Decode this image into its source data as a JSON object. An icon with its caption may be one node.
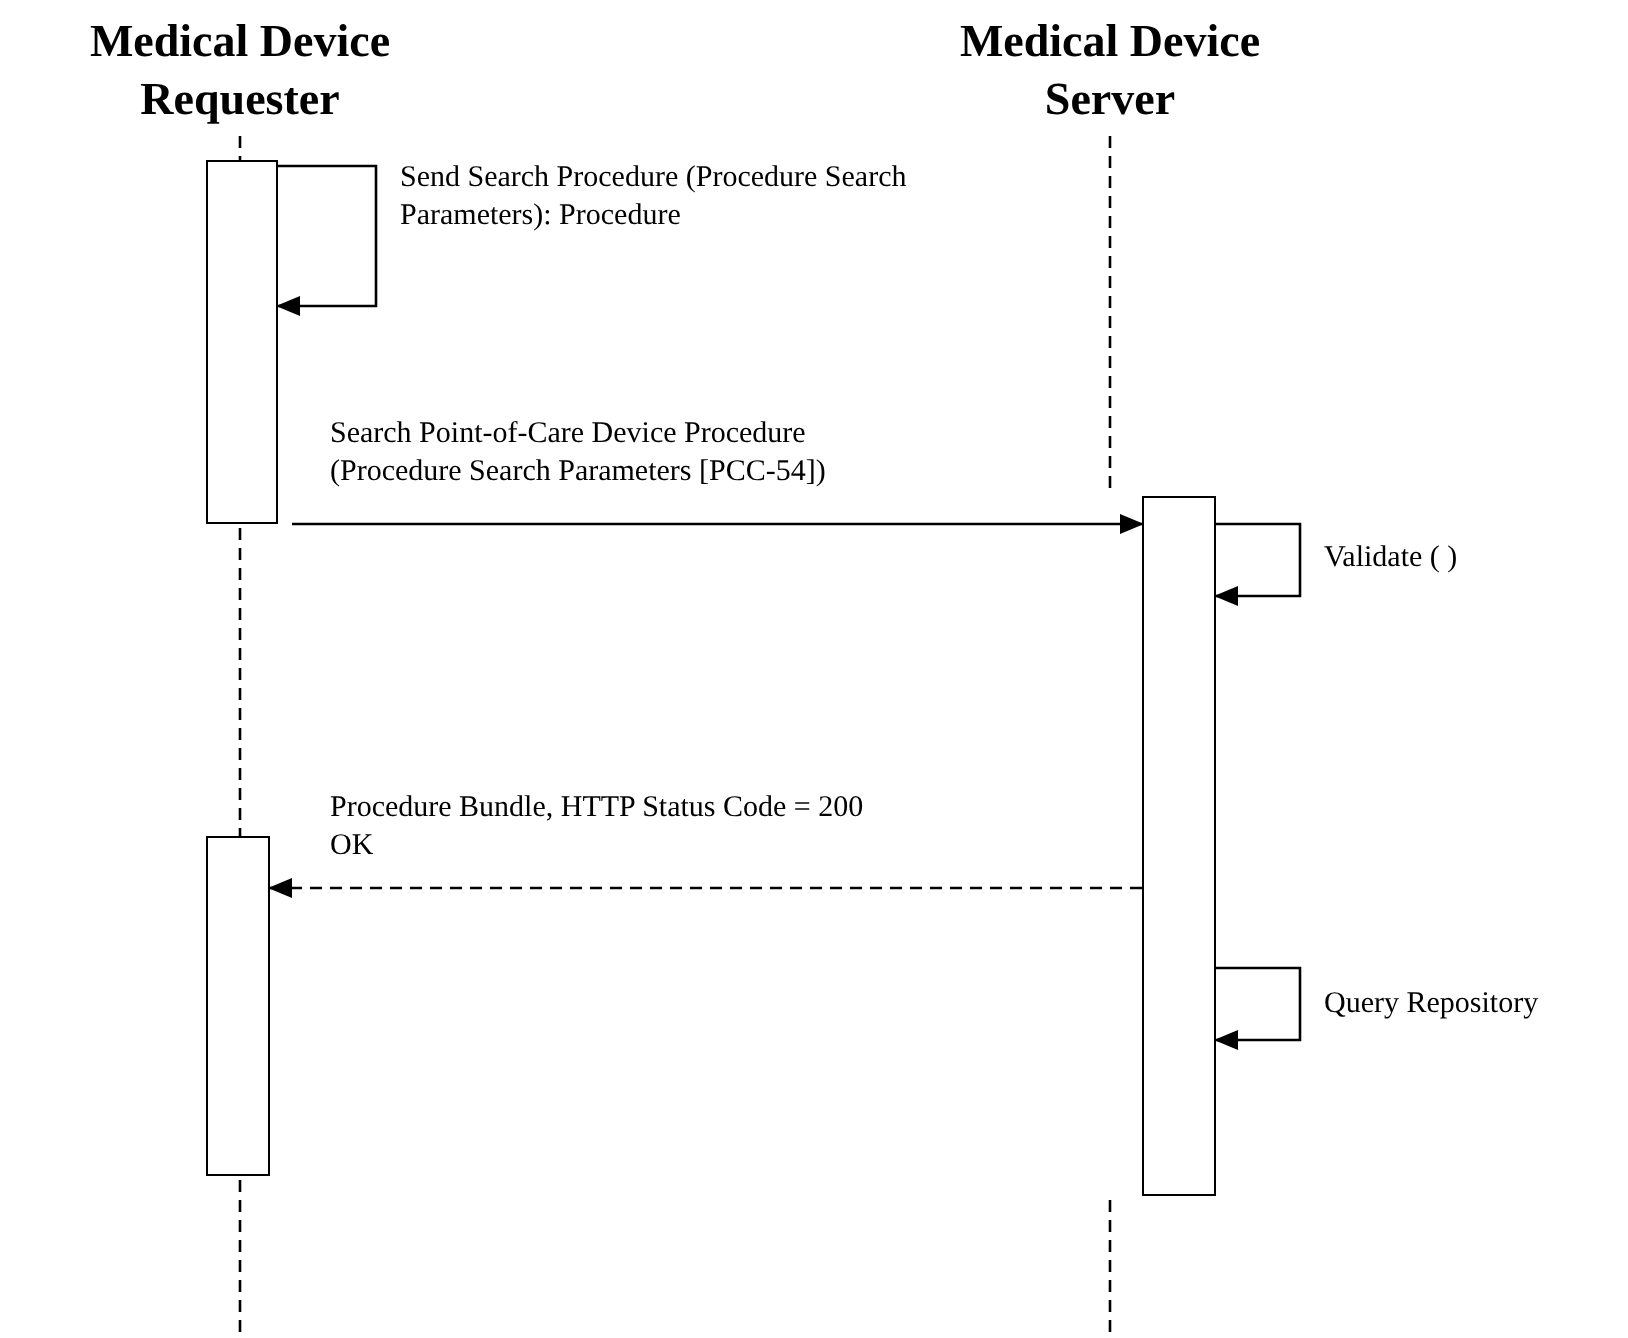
{
  "diagram": {
    "nodes": [
      {
        "text": [
          "Medical Device Requester"
        ]
      },
      {
        "text": [
          "Medical Device Server"
        ]
      },
      {
        "text": [],
        "shape": "box"
      },
      {
        "text": [],
        "shape": "box"
      },
      {
        "text": [],
        "shape": "box"
      }
    ],
    "edges": [
      {
        "from": 2,
        "to": 2,
        "arrow": "to",
        "label": "Send Search Procedure (Procedure Search Parameters): Procedure"
      },
      {
        "from": 2,
        "to": 3,
        "arrow": "to",
        "label": "Search Point-of-Care Device Procedure (Procedure Search Parameters [PCC-54])"
      },
      {
        "from": 3,
        "to": 3,
        "arrow": "to",
        "label": "Validate ( )"
      },
      {
        "from": 3,
        "to": 4,
        "arrow": "to",
        "style": "dashed",
        "label": "Procedure Bundle, HTTP Status Code = 200 OK"
      },
      {
        "from": 3,
        "to": 3,
        "arrow": "to",
        "label": "Query Repository"
      },
      {
        "from": 0,
        "to": 2,
        "arrow": "none",
        "style": "dashed"
      },
      {
        "from": 2,
        "to": 4,
        "arrow": "none",
        "style": "dashed"
      },
      {
        "from": 4,
        "to": null,
        "arrow": "none",
        "style": "dashed"
      },
      {
        "from": 1,
        "to": 3,
        "arrow": "none",
        "style": "dashed"
      },
      {
        "from": 3,
        "to": null,
        "arrow": "none",
        "style": "dashed"
      }
    ]
  }
}
